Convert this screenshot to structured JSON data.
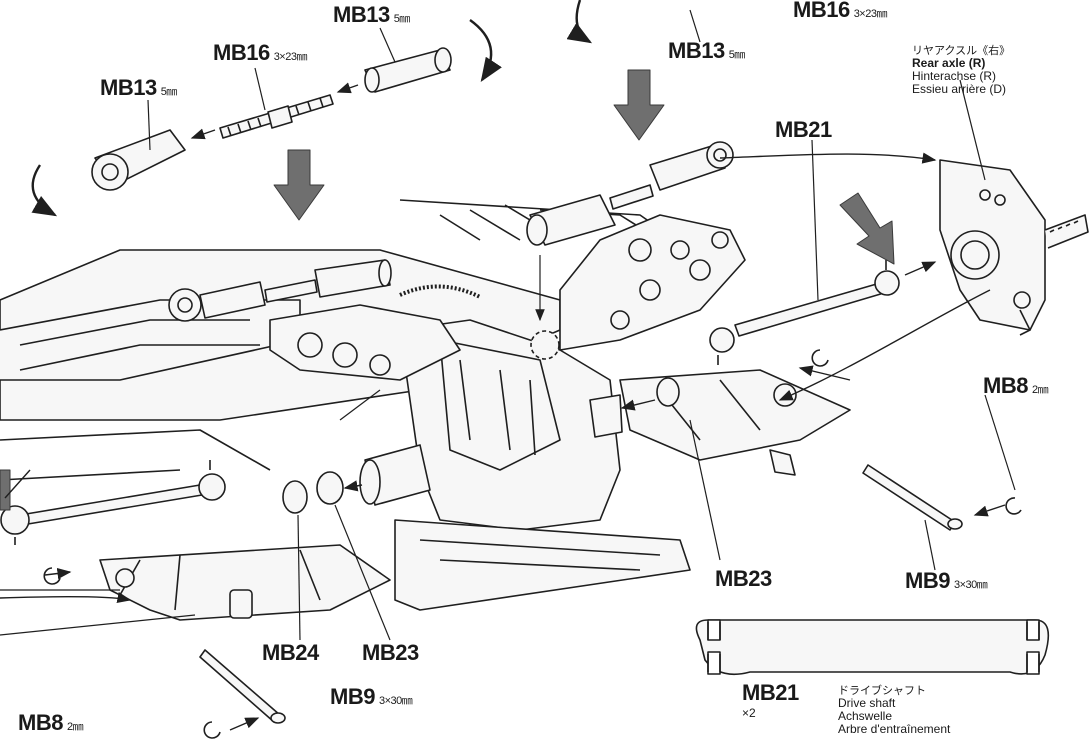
{
  "parts": [
    {
      "id": "p1",
      "code": "MB13",
      "dim": "5㎜"
    },
    {
      "id": "p2",
      "code": "MB16",
      "dim": "3×23㎜"
    },
    {
      "id": "p3",
      "code": "MB13",
      "dim": "5㎜"
    },
    {
      "id": "p4",
      "code": "MB13",
      "dim": "5㎜"
    },
    {
      "id": "p5",
      "code": "MB16",
      "dim": "3×23㎜"
    },
    {
      "id": "p6",
      "code": "MB21",
      "dim": ""
    },
    {
      "id": "p7",
      "code": "MB8",
      "dim": "2㎜"
    },
    {
      "id": "p8",
      "code": "MB23",
      "dim": ""
    },
    {
      "id": "p9",
      "code": "MB9",
      "dim": "3×30㎜"
    },
    {
      "id": "p10",
      "code": "MB24",
      "dim": ""
    },
    {
      "id": "p11",
      "code": "MB23",
      "dim": ""
    },
    {
      "id": "p12",
      "code": "MB9",
      "dim": "3×30㎜"
    },
    {
      "id": "p13",
      "code": "MB8",
      "dim": "2㎜"
    }
  ],
  "rear_axle": {
    "jp": "リヤアクスル《右》",
    "en": "Rear axle (R)",
    "de": "Hinterachse (R)",
    "fr": "Essieu arrière (D)"
  },
  "drive_shaft": {
    "code": "MB21",
    "qty": "×2",
    "jp": "ドライブシャフト",
    "en": "Drive shaft",
    "de": "Achswelle",
    "fr": "Arbre d'entraînement"
  },
  "colors": {
    "line": "#1f1f1f",
    "fill": "#f7f7f7",
    "shade": "#cfcfcf",
    "arrow": "#6f6f6f"
  }
}
